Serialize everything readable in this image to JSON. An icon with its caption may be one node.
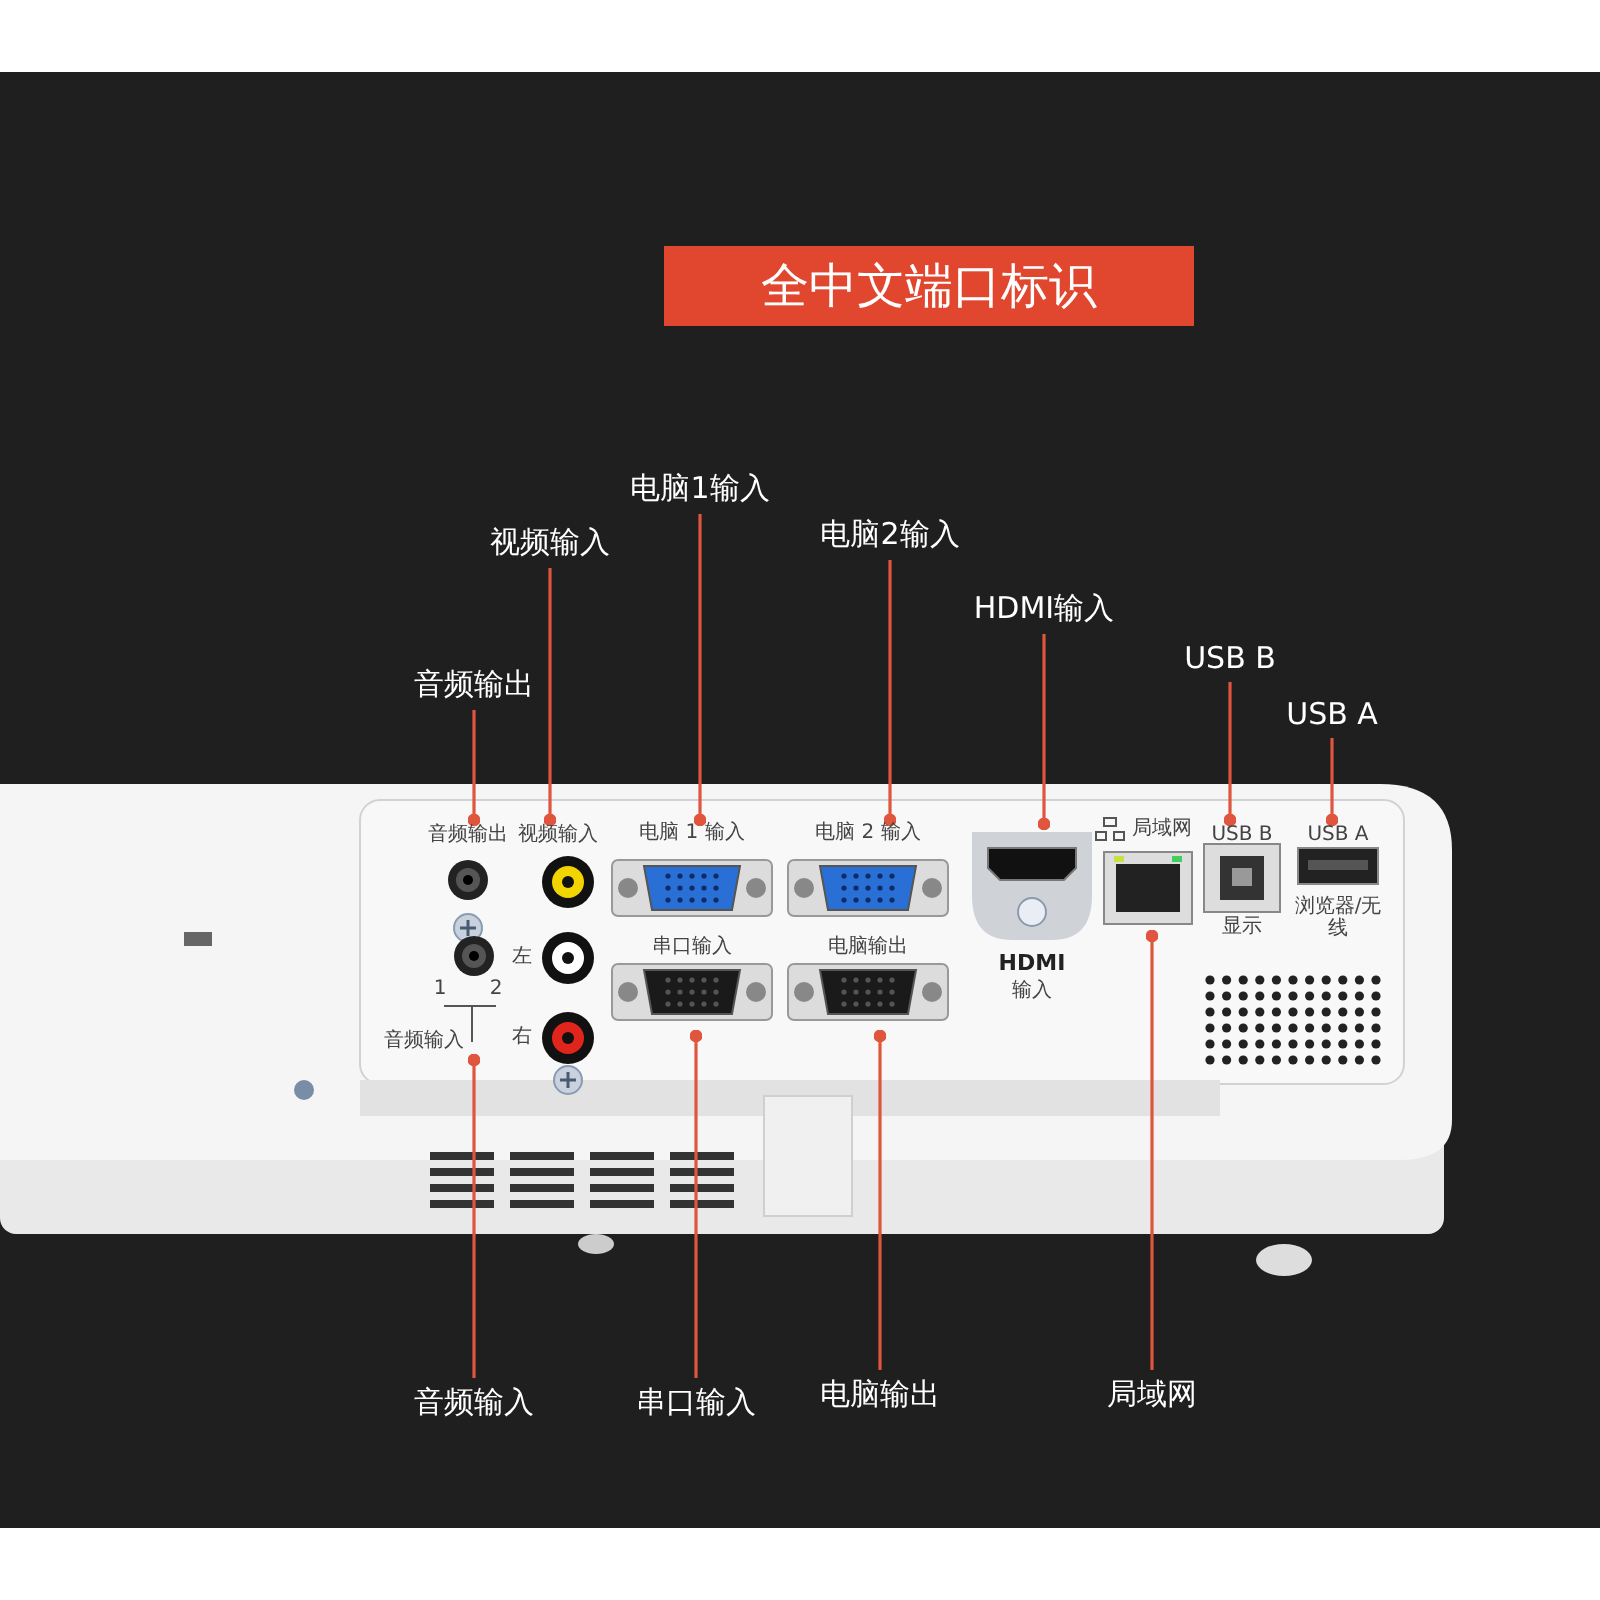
{
  "diagram": {
    "title": "全中文端口标识",
    "nodes": [
      {
        "text": [
          "电脑1输入"
        ]
      },
      {
        "text": [
          "电脑2输入"
        ]
      },
      {
        "text": [
          "视频输入"
        ]
      },
      {
        "text": [
          "HDMI输入"
        ]
      },
      {
        "text": [
          "USB B"
        ]
      },
      {
        "text": [
          "音频输出"
        ]
      },
      {
        "text": [
          "USB A"
        ]
      },
      {
        "text": [
          "音频输入"
        ]
      },
      {
        "text": [
          "串口输入"
        ]
      },
      {
        "text": [
          "电脑输出"
        ]
      },
      {
        "text": [
          "局域网"
        ]
      },
      {
        "text": [
          "音频输出"
        ]
      },
      {
        "text": [
          "视频输入",
          "左",
          "右"
        ]
      },
      {
        "text": [
          "电脑 1 输入"
        ]
      },
      {
        "text": [
          "电脑 2 输入"
        ]
      },
      {
        "text": [
          "HDMI",
          "输入"
        ]
      },
      {
        "text": [
          "局域网"
        ]
      },
      {
        "text": [
          "USB B",
          "显示"
        ]
      },
      {
        "text": [
          "USB A",
          "浏览器/无线"
        ]
      },
      {
        "text": [
          "串口输入"
        ]
      },
      {
        "text": [
          "电脑输出"
        ]
      },
      {
        "text": [
          "1",
          "2",
          "音频输入"
        ]
      }
    ],
    "edges": [
      {
        "from": 0,
        "to": 13,
        "arrow": "other"
      },
      {
        "from": 1,
        "to": 14,
        "arrow": "other"
      },
      {
        "from": 2,
        "to": 12,
        "arrow": "other"
      },
      {
        "from": 3,
        "to": 15,
        "arrow": "other"
      },
      {
        "from": 4,
        "to": 17,
        "arrow": "other"
      },
      {
        "from": 5,
        "to": 11,
        "arrow": "other"
      },
      {
        "from": 6,
        "to": 18,
        "arrow": "other"
      },
      {
        "from": 7,
        "to": 21,
        "arrow": "other"
      },
      {
        "from": 8,
        "to": 19,
        "arrow": "other"
      },
      {
        "from": 9,
        "to": 20,
        "arrow": "other"
      },
      {
        "from": 10,
        "to": 16,
        "arrow": "other"
      }
    ]
  }
}
